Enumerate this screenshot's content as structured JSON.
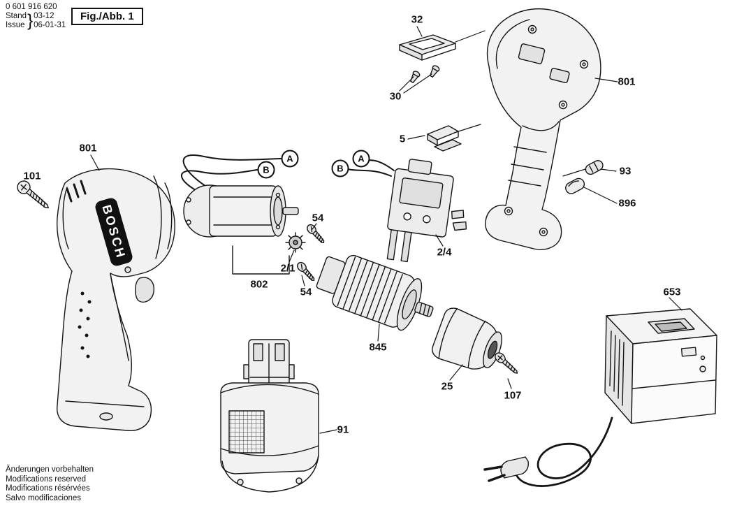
{
  "header": {
    "part_number": "0 601 916 620",
    "stand_label": "Stand",
    "stand_value": "03-12",
    "issue_label": "Issue",
    "issue_value": "06-01-31",
    "brace": "}",
    "fig_label": "Fig./Abb. 1"
  },
  "drill": {
    "brand": "BOSCH"
  },
  "callouts": [
    {
      "text": "32"
    },
    {
      "text": "30"
    },
    {
      "text": "801"
    },
    {
      "text": "5"
    },
    {
      "text": "93"
    },
    {
      "text": "896"
    },
    {
      "text": "801"
    },
    {
      "text": "101"
    },
    {
      "text": "54"
    },
    {
      "text": "2/1"
    },
    {
      "text": "802"
    },
    {
      "text": "54"
    },
    {
      "text": "2/4"
    },
    {
      "text": "845"
    },
    {
      "text": "25"
    },
    {
      "text": "107"
    },
    {
      "text": "653"
    },
    {
      "text": "91"
    }
  ],
  "markers": [
    {
      "text": "A"
    },
    {
      "text": "B"
    },
    {
      "text": "A"
    },
    {
      "text": "B"
    }
  ],
  "footer": {
    "lines": [
      "Änderungen vorbehalten",
      "Modifications reserved",
      "Modifications résérvées",
      "Salvo modificaciones"
    ]
  }
}
